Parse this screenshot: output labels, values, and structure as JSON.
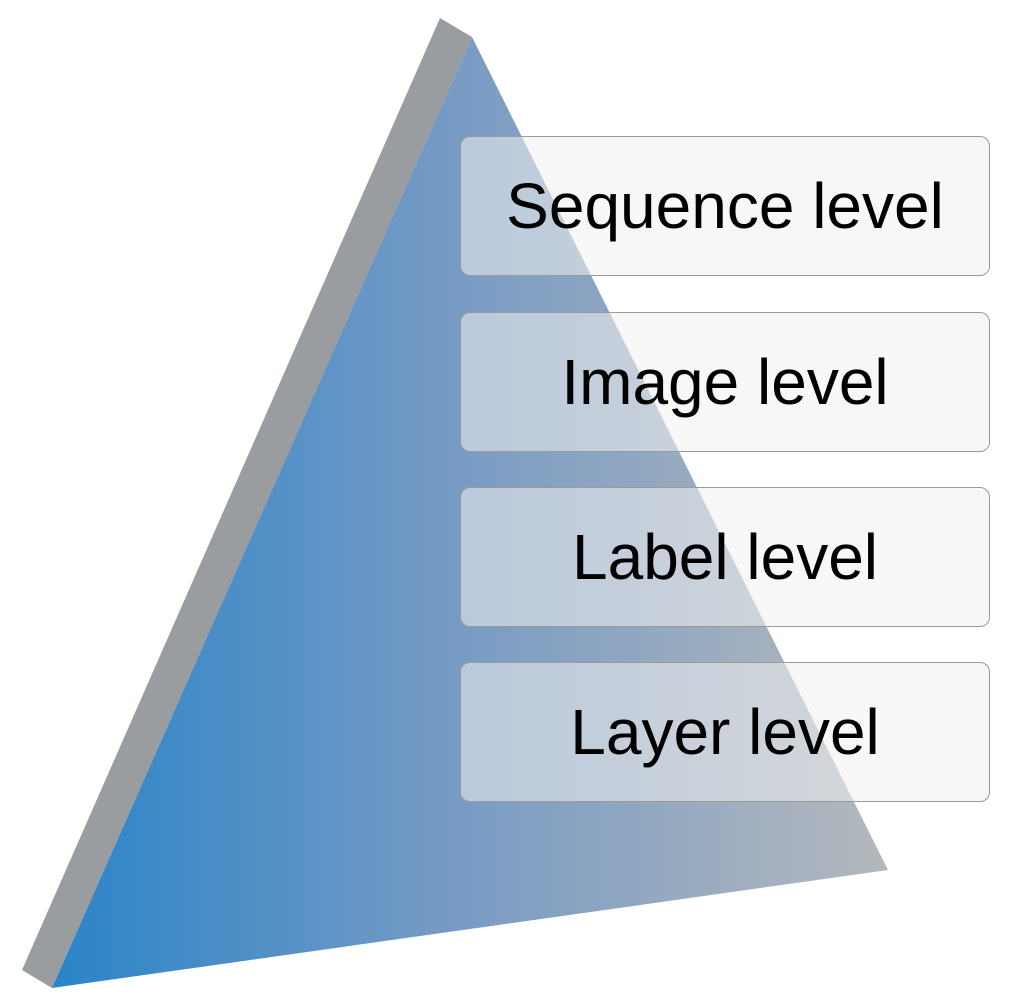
{
  "levels": [
    {
      "label": "Sequence level"
    },
    {
      "label": "Image level"
    },
    {
      "label": "Label level"
    },
    {
      "label": "Layer level"
    }
  ],
  "colors": {
    "pyramid_gradient_start": "#2a84c8",
    "pyramid_gradient_mid": "#7a9cc4",
    "pyramid_gradient_end": "#b4b8bc",
    "pyramid_edge": "#9a9da0",
    "box_fill": "#f0f0f0",
    "box_border": "#9a9a9a",
    "text": "#000000"
  }
}
